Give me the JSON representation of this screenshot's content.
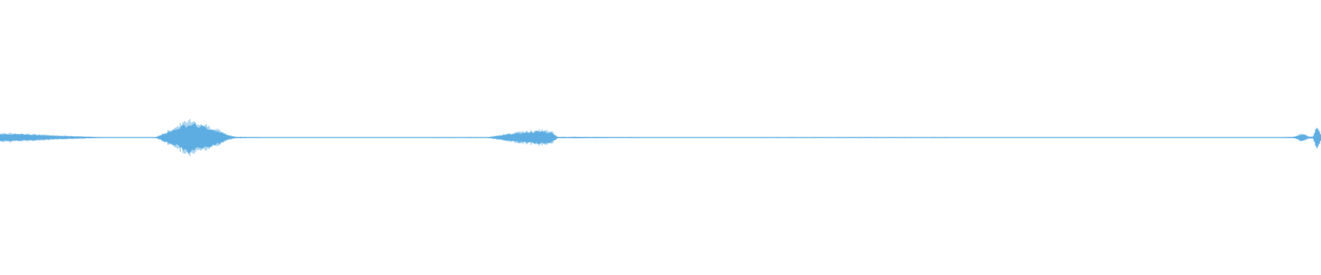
{
  "waveform": {
    "color": "#5dade2",
    "background": "#ffffff",
    "envelope": [
      {
        "t": 0.0,
        "amp": 0.03
      },
      {
        "t": 0.015,
        "amp": 0.028
      },
      {
        "t": 0.03,
        "amp": 0.02
      },
      {
        "t": 0.05,
        "amp": 0.012
      },
      {
        "t": 0.075,
        "amp": 0.004
      },
      {
        "t": 0.1,
        "amp": 0.002
      },
      {
        "t": 0.118,
        "amp": 0.004
      },
      {
        "t": 0.122,
        "amp": 0.02
      },
      {
        "t": 0.13,
        "amp": 0.06
      },
      {
        "t": 0.138,
        "amp": 0.095
      },
      {
        "t": 0.145,
        "amp": 0.13
      },
      {
        "t": 0.15,
        "amp": 0.1
      },
      {
        "t": 0.158,
        "amp": 0.08
      },
      {
        "t": 0.165,
        "amp": 0.055
      },
      {
        "t": 0.172,
        "amp": 0.02
      },
      {
        "t": 0.178,
        "amp": 0.006
      },
      {
        "t": 0.2,
        "amp": 0.003
      },
      {
        "t": 0.3,
        "amp": 0.003
      },
      {
        "t": 0.37,
        "amp": 0.004
      },
      {
        "t": 0.38,
        "amp": 0.02
      },
      {
        "t": 0.395,
        "amp": 0.04
      },
      {
        "t": 0.41,
        "amp": 0.052
      },
      {
        "t": 0.418,
        "amp": 0.04
      },
      {
        "t": 0.422,
        "amp": 0.006
      },
      {
        "t": 0.5,
        "amp": 0.003
      },
      {
        "t": 0.65,
        "amp": 0.004
      },
      {
        "t": 0.8,
        "amp": 0.003
      },
      {
        "t": 0.97,
        "amp": 0.003
      },
      {
        "t": 0.98,
        "amp": 0.006
      },
      {
        "t": 0.986,
        "amp": 0.03
      },
      {
        "t": 0.99,
        "amp": 0.01
      },
      {
        "t": 0.994,
        "amp": 0.006
      },
      {
        "t": 0.997,
        "amp": 0.09
      },
      {
        "t": 1.0,
        "amp": 0.02
      }
    ]
  }
}
